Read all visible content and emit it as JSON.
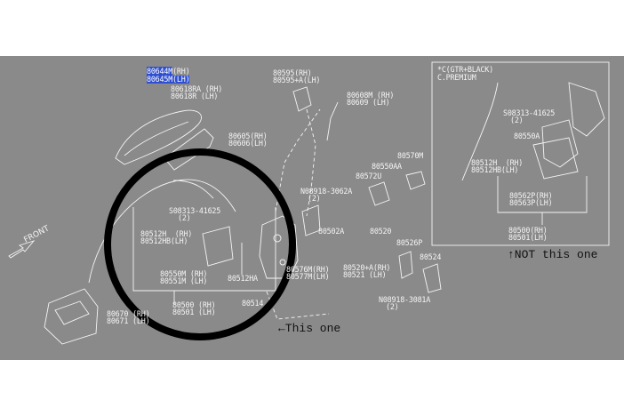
{
  "labels": {
    "p80644m": "80644M",
    "p80644m_suffix": "(RH)",
    "p80645m": "80645M(LH)",
    "p80618ra": "80618RA (RH)",
    "p80618r": "80618R (LH)",
    "p80605": "80605(RH)",
    "p80606": "80606(LH)",
    "p80595": "80595(RH)",
    "p80595a": "80595+A(LH)",
    "p80608m": "80608M (RH)",
    "p80609": "80609 (LH)",
    "p08313_main": "S08313-41625",
    "p08313_main_qty": "(2)",
    "p80512h_main": "80512H  (RH)",
    "p80512hb_main": "80512HB(LH)",
    "p80550m": "80550M (RH)",
    "p80551m": "80551M (LH)",
    "p80512ha": "80512HA",
    "p80500_main": "80500 (RH)",
    "p80501_main": "80501 (LH)",
    "p80514": "80514",
    "p80670": "80670 (RH)",
    "p80671": "80671 (LH)",
    "p08918_3062a": "N08918-3062A",
    "p08918_3062a_qty": "(2)",
    "p80502a": "80502A",
    "p80572u": "80572U",
    "p80550aa": "80550AA",
    "p80570m": "80570M",
    "p80520": "80520",
    "p80526p": "80526P",
    "p80524": "80524",
    "p80576m": "80576M(RH)",
    "p80577m": "80577M(LH)",
    "p80520a": "80520+A(RH)",
    "p80521": "80521 (LH)",
    "p08918_3081a": "N08918-3081A",
    "p08918_3081a_qty": "(2)",
    "inset_line1": "*C(GTR+BLACK)",
    "inset_line2": "C.PREMIUM",
    "inset_08313": "S08313-41625",
    "inset_08313_qty": "(2)",
    "inset_80550a": "80550A",
    "inset_80512h": "80512H  (RH)",
    "inset_80512hb": "80512HB(LH)",
    "inset_80562p": "80562P(RH)",
    "inset_80563p": "80563P(LH)",
    "inset_80500": "80500(RH)",
    "inset_80501": "80501(LH)",
    "front": "FRONT"
  },
  "annotations": {
    "this_one": "←This one",
    "not_this_one": "↑NOT this one"
  },
  "colors": {
    "background": "#8a8a8a",
    "line_art": "#f4f4f4",
    "highlight": "#2f4fd0",
    "circle": "#000000",
    "annotation_text": "#111111"
  }
}
